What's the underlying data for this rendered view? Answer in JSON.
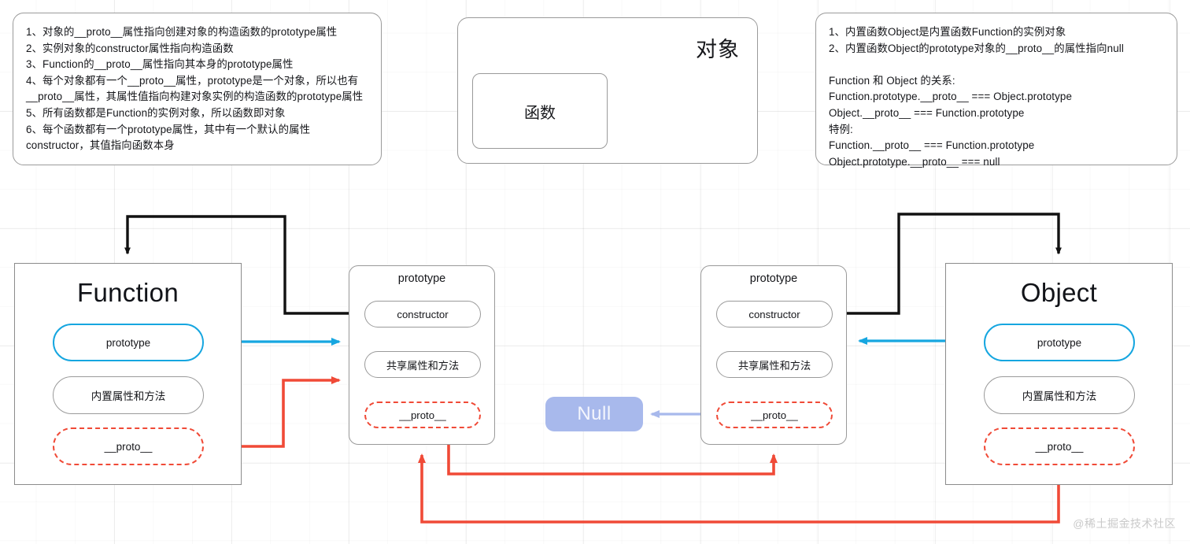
{
  "notes": {
    "left": {
      "text": "1、对象的__proto__属性指向创建对象的构造函数的prototype属性\n2、实例对象的constructor属性指向构造函数\n3、Function的__proto__属性指向其本身的prototype属性\n4、每个对象都有一个__proto__属性，prototype是一个对象，所以也有\n__proto__属性，其属性值指向构建对象实例的构造函数的prototype属性\n5、所有函数都是Function的实例对象，所以函数即对象\n6、每个函数都有一个prototype属性，其中有一个默认的属性\nconstructor，其值指向函数本身"
    },
    "right": {
      "text": "1、内置函数Object是内置函数Function的实例对象\n2、内置函数Object的prototype对象的__proto__的属性指向null\n\nFunction 和 Object 的关系:\nFunction.prototype.__proto__ === Object.prototype\nObject.__proto__ === Function.prototype\n特例:\nFunction.__proto__ === Function.prototype\nObject.prototype.__proto__ === null"
    },
    "center": {
      "title": "对象",
      "inner_label": "函数"
    }
  },
  "function_box": {
    "title": "Function",
    "slots": [
      {
        "label": "prototype",
        "style": "blue"
      },
      {
        "label": "内置属性和方法",
        "style": "grey"
      },
      {
        "label": "__proto__",
        "style": "reddash"
      }
    ]
  },
  "object_box": {
    "title": "Object",
    "slots": [
      {
        "label": "prototype",
        "style": "blue"
      },
      {
        "label": "内置属性和方法",
        "style": "grey"
      },
      {
        "label": "__proto__",
        "style": "reddash"
      }
    ]
  },
  "prototype_left": {
    "title": "prototype",
    "slots": [
      {
        "label": "constructor",
        "style": "grey"
      },
      {
        "label": "共享属性和方法",
        "style": "grey"
      },
      {
        "label": "__proto__",
        "style": "reddash"
      }
    ]
  },
  "prototype_right": {
    "title": "prototype",
    "slots": [
      {
        "label": "constructor",
        "style": "grey"
      },
      {
        "label": "共享属性和方法",
        "style": "grey"
      },
      {
        "label": "__proto__",
        "style": "reddash"
      }
    ]
  },
  "null_node": {
    "label": "Null"
  },
  "watermark": {
    "text": "@稀土掘金技术社区"
  },
  "colors": {
    "blue": "#16a6e0",
    "red": "#f04a37",
    "black": "#111111",
    "light_blue": "#a8b9ec",
    "null_fill": "#a8b9ec",
    "box_border": "#8b8b8b",
    "grid": "#ededed"
  },
  "edges": [
    {
      "name": "constructor-to-function",
      "color": "black",
      "from": "prototype_left.constructor",
      "to": "function_box.top"
    },
    {
      "name": "constructor-to-object",
      "color": "black",
      "from": "prototype_right.constructor",
      "to": "object_box.top"
    },
    {
      "name": "function-prototype-to-prototype-left",
      "color": "blue",
      "from": "function_box.prototype",
      "to": "prototype_left"
    },
    {
      "name": "object-prototype-to-prototype-right",
      "color": "blue",
      "from": "object_box.prototype",
      "to": "prototype_right"
    },
    {
      "name": "function-proto-to-prototype-left",
      "color": "red",
      "from": "function_box.__proto__",
      "to": "prototype_left"
    },
    {
      "name": "prototype-left-proto-to-prototype-right",
      "color": "red",
      "from": "prototype_left.__proto__",
      "to": "prototype_right"
    },
    {
      "name": "object-proto-to-prototype-left",
      "color": "red",
      "from": "object_box.__proto__",
      "to": "prototype_left"
    },
    {
      "name": "prototype-right-proto-to-null",
      "color": "light_blue",
      "from": "prototype_right.__proto__",
      "to": "null_node"
    }
  ]
}
